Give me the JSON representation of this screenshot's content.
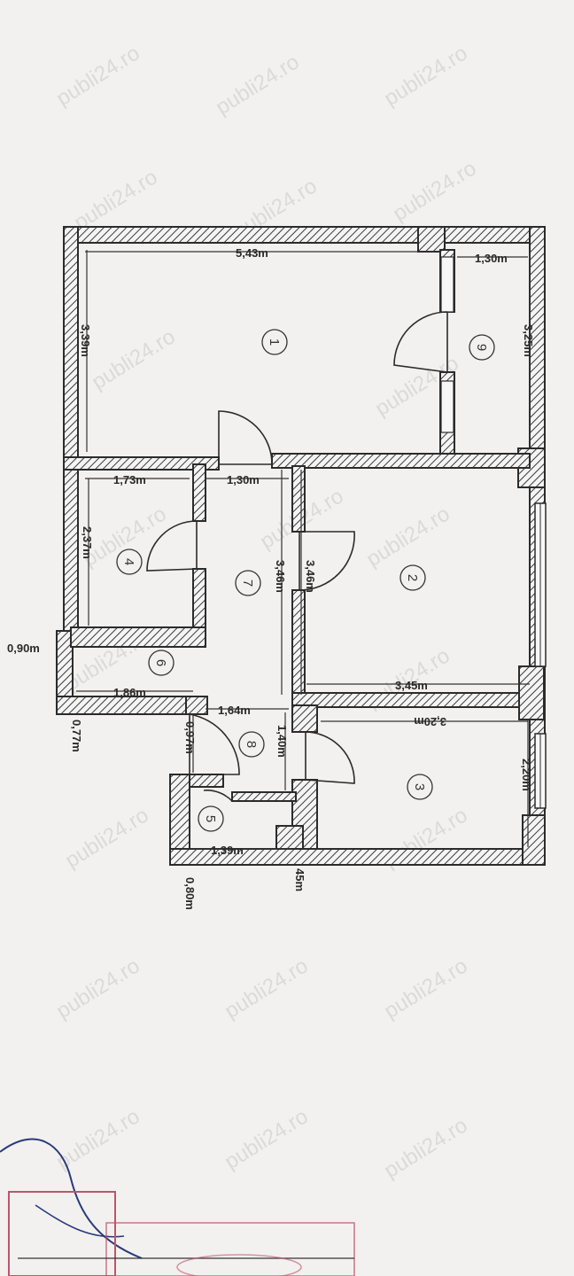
{
  "watermark": "publi24.ro",
  "rooms": [
    "1",
    "2",
    "3",
    "4",
    "5",
    "6",
    "7",
    "8",
    "9"
  ],
  "dimensions": {
    "d543": "5,43m",
    "d130a": "1,30m",
    "d339": "3,39m",
    "d325": "3,25m",
    "d173": "1,73m",
    "d130b": "1,30m",
    "d237": "2,37m",
    "d346a": "3,46m",
    "d346b": "3,46m",
    "d090": "0,90m",
    "d186": "1,86m",
    "d345": "3,45m",
    "d077": "0,77m",
    "d164": "1,64m",
    "d097": "0,97m",
    "d140": "1,40m",
    "d320": "3,20m",
    "d220": "2,20m",
    "d139": "1,39m",
    "d080": "0,80m",
    "d45": "45m"
  }
}
